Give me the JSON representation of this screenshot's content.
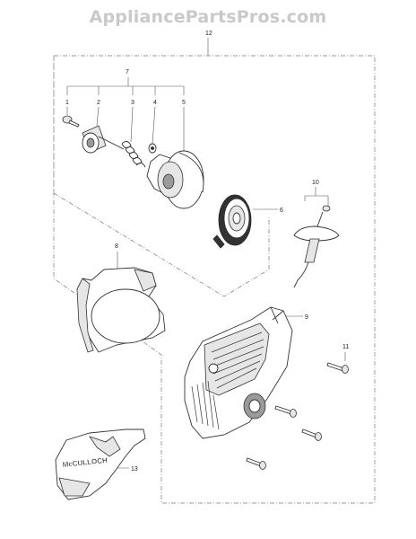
{
  "watermark": "AppliancePartsPros.com",
  "callouts": {
    "c1": "1",
    "c2": "2",
    "c3": "3",
    "c4": "4",
    "c5": "5",
    "c6": "6",
    "c7": "7",
    "c8": "8",
    "c9": "9",
    "c10": "10",
    "c11": "11",
    "c12": "12",
    "c13": "13"
  },
  "decal_text": "McCULLOCH"
}
